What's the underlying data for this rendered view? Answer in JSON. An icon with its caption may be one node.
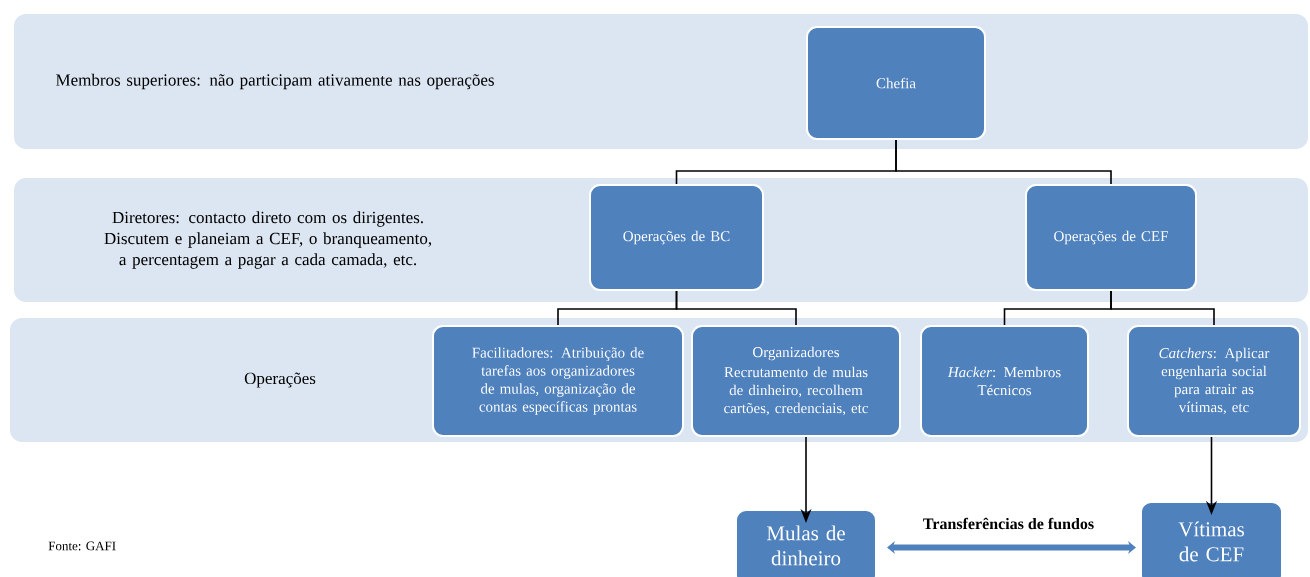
{
  "diagram": {
    "nodes": [
      {
        "text": [
          "Membros superiores: não participam ativamente nas operações"
        ]
      },
      {
        "text": [
          "Chefia"
        ],
        "in": 0
      },
      {
        "text": [
          "Diretores: contacto direto com os dirigentes. Discutem e planeiam a CEF, o branqueamento, a percentagem a pagar a cada camada, etc."
        ]
      },
      {
        "text": [
          "Operações de BC"
        ],
        "in": 2
      },
      {
        "text": [
          "Operações de CEF"
        ],
        "in": 2
      },
      {
        "text": [
          "Operações"
        ]
      },
      {
        "text": [
          "Facilitadores:  Atribuição de tarefas aos organizadores de mulas, organização de contas específicas prontas"
        ],
        "in": 5
      },
      {
        "text": [
          "Organizadores",
          "Recrutamento de mulas de dinheiro, recolhem cartões, credenciais, etc"
        ],
        "in": 5
      },
      {
        "text": [
          "*Hacker*: Membros Técnicos"
        ],
        "in": 5
      },
      {
        "text": [
          "*Catchers*: Aplicar engenharia social para atrair as vítimas, etc"
        ],
        "in": 5
      },
      {
        "text": [
          "Mulas de dinheiro"
        ]
      },
      {
        "text": [
          "Vítimas de CEF"
        ]
      }
    ],
    "edges": [
      {
        "from": 1,
        "to": 3,
        "arrow": "none"
      },
      {
        "from": 1,
        "to": 4,
        "arrow": "none"
      },
      {
        "from": 3,
        "to": 6,
        "arrow": "none"
      },
      {
        "from": 3,
        "to": 7,
        "arrow": "none"
      },
      {
        "from": 4,
        "to": 8,
        "arrow": "none"
      },
      {
        "from": 4,
        "to": 9,
        "arrow": "none"
      },
      {
        "from": 7,
        "to": 10,
        "arrow": "to"
      },
      {
        "from": 9,
        "to": 11,
        "arrow": "to"
      },
      {
        "from": 10,
        "to": 11,
        "arrow": "both",
        "label": "Transferências de fundos",
        "style": "thick",
        "color": "#4f81bd"
      }
    ],
    "labels": [
      "Fonte: GAFI"
    ]
  }
}
